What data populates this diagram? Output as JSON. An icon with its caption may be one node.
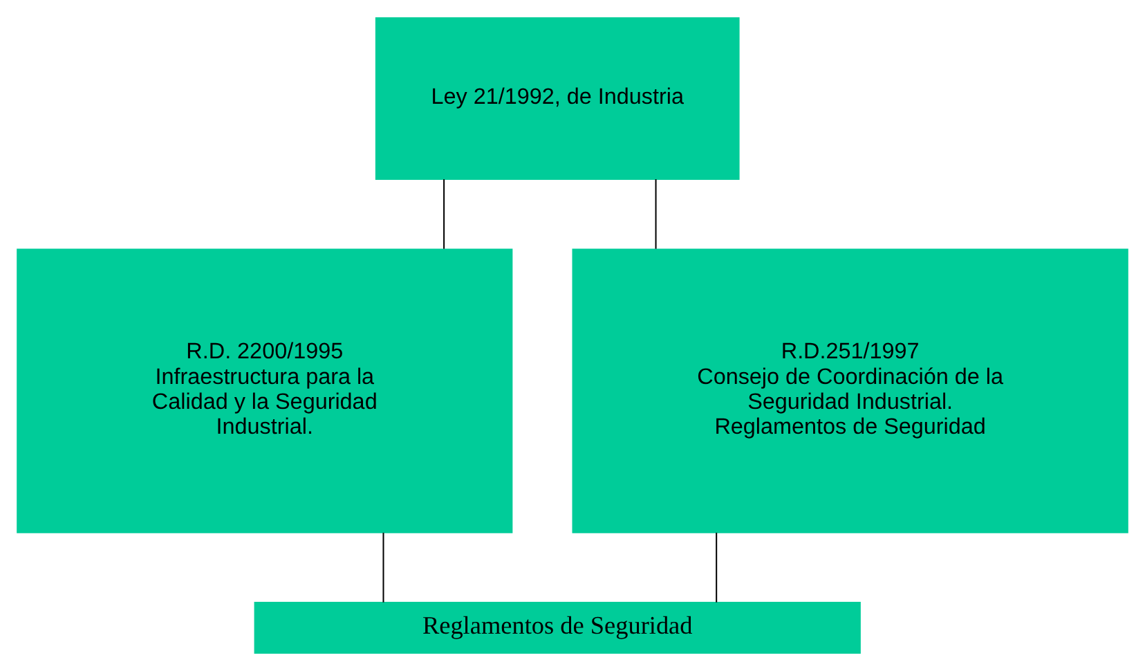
{
  "diagram": {
    "nodes": [
      {
        "text": [
          "Ley 21/1992, de Industria"
        ]
      },
      {
        "text": [
          "R.D. 2200/1995",
          "Infraestructura para la Calidad y la Seguridad Industrial."
        ]
      },
      {
        "text": [
          "R.D.251/1997",
          "Consejo de Coordinación de la Seguridad Industrial.",
          "Reglamentos de Seguridad"
        ]
      },
      {
        "text": [
          "Reglamentos de Seguridad"
        ]
      }
    ],
    "edges": [
      {
        "from": 0,
        "to": 1,
        "arrow": "none"
      },
      {
        "from": 0,
        "to": 2,
        "arrow": "none"
      },
      {
        "from": 1,
        "to": 3,
        "arrow": "none"
      },
      {
        "from": 2,
        "to": 3,
        "arrow": "none"
      }
    ]
  }
}
